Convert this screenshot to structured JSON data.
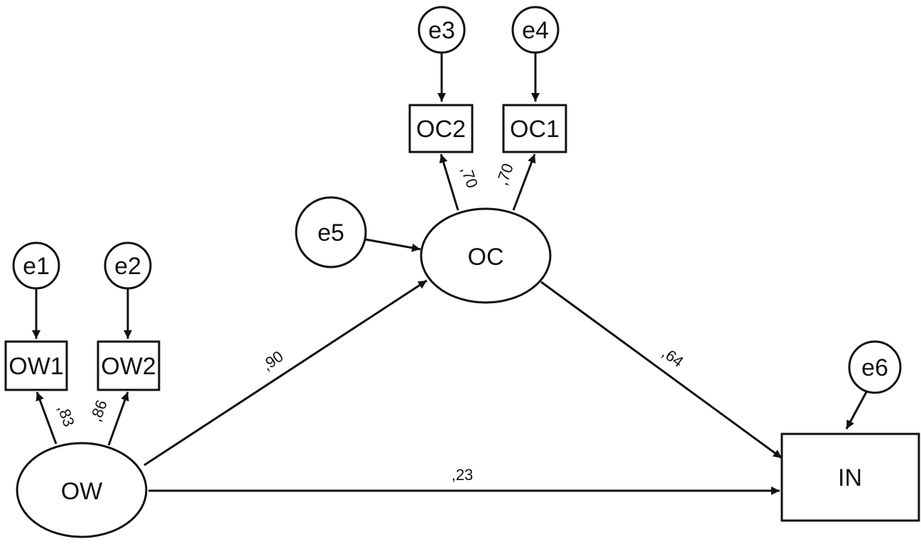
{
  "diagram": {
    "nodes": {
      "e1": "e1",
      "e2": "e2",
      "e3": "e3",
      "e4": "e4",
      "e5": "e5",
      "e6": "e6",
      "OW1": "OW1",
      "OW2": "OW2",
      "OC2": "OC2",
      "OC1": "OC1",
      "OW": "OW",
      "OC": "OC",
      "IN": "IN"
    },
    "coefficients": {
      "ow_ow1": ",83",
      "ow_ow2": ",86",
      "oc_oc2": ",70",
      "oc_oc1": ",70",
      "ow_oc": ",90",
      "oc_in": ",64",
      "ow_in": ",23"
    }
  }
}
